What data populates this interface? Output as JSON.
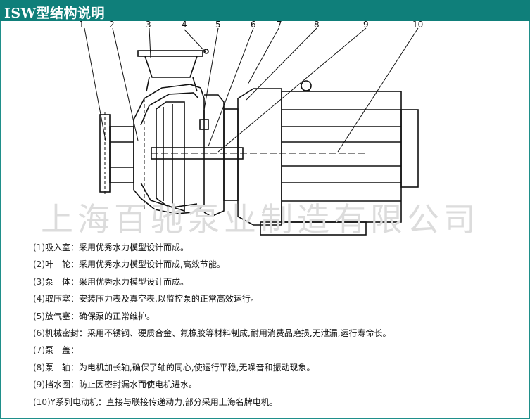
{
  "header": {
    "title": "ISW型结构说明"
  },
  "watermark": "上海百驰泵业制造有限公司",
  "callouts": [
    "1",
    "2",
    "3",
    "4",
    "5",
    "6",
    "7",
    "8",
    "9",
    "10"
  ],
  "descriptions": [
    {
      "idx": "(1)",
      "text": "吸入室：采用优秀水力模型设计而成。"
    },
    {
      "idx": "(2)",
      "text": "叶　轮：采用优秀水力模型设计而成,高效节能。"
    },
    {
      "idx": "(3)",
      "text": "泵　体：采用优秀水力模型设计而成。"
    },
    {
      "idx": "(4)",
      "text": "取压塞：安装压力表及真空表,以监控泵的正常高效运行。"
    },
    {
      "idx": "(5)",
      "text": "放气塞：确保泵的正常维护。"
    },
    {
      "idx": "(6)",
      "text": "机械密封：采用不锈钢、硬质合金、氟橡胶等材料制成,耐用消费品磨损,无泄漏,运行寿命长。"
    },
    {
      "idx": "(7)",
      "text": "泵　盖："
    },
    {
      "idx": "(8)",
      "text": "泵　轴：为电机加长轴,确保了轴的同心,使运行平稳,无噪音和振动现象。"
    },
    {
      "idx": "(9)",
      "text": "挡水圈：防止因密封漏水而使电机进水。"
    },
    {
      "idx": "(10)",
      "text": "Y系列电动机：直接与联接传递动力,部分采用上海名牌电机。"
    }
  ]
}
